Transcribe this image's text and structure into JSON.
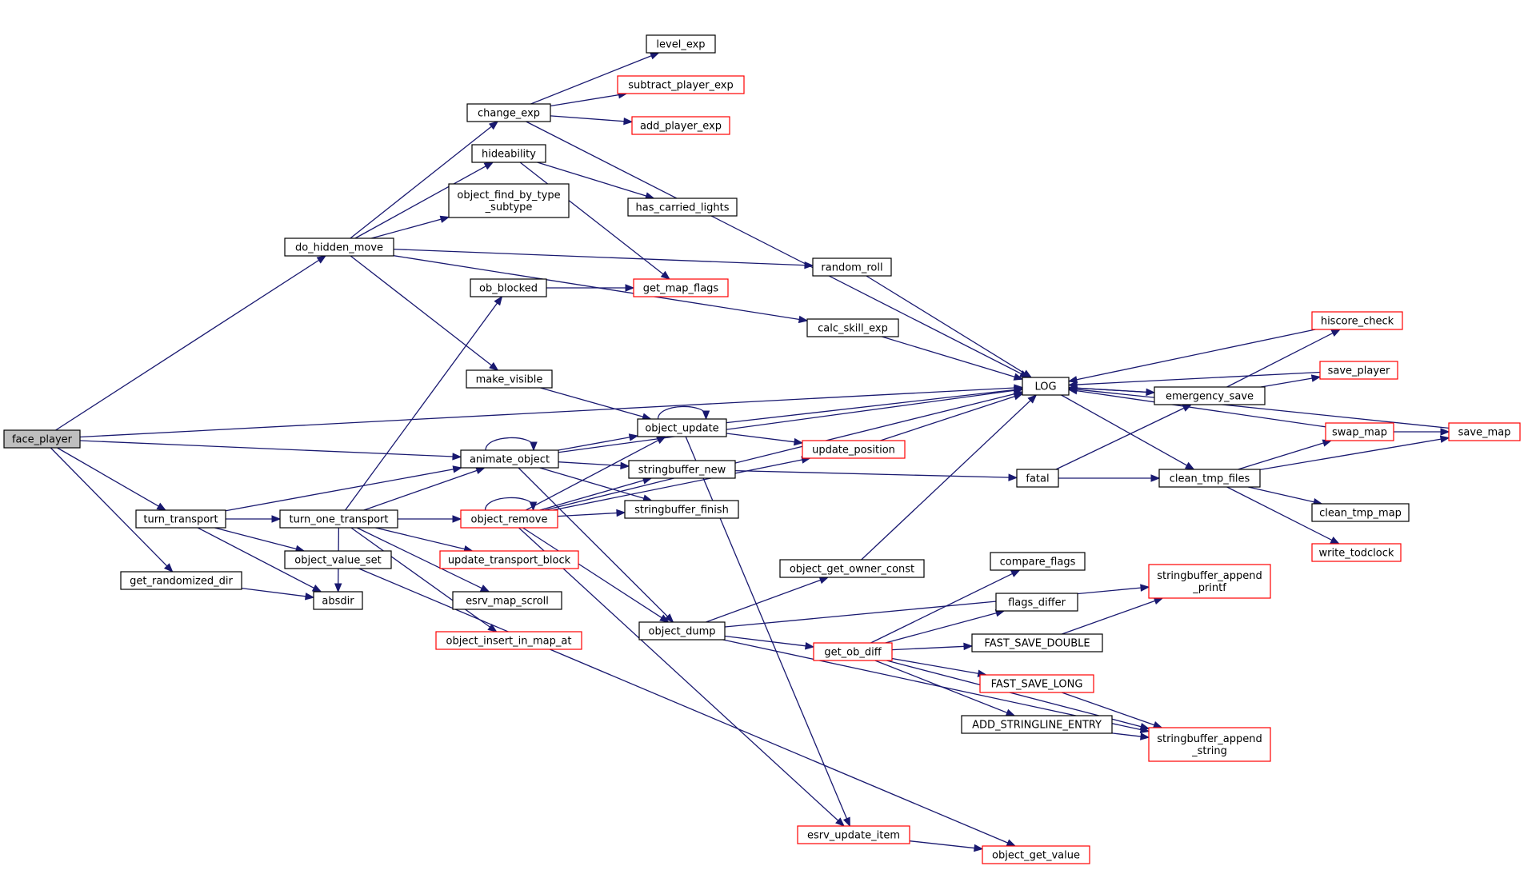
{
  "nodes": {
    "face_player": {
      "label": [
        "face_player"
      ],
      "style": "root"
    },
    "LOG": {
      "label": [
        "LOG"
      ],
      "style": "black"
    },
    "do_hidden_move": {
      "label": [
        "do_hidden_move"
      ],
      "style": "black"
    },
    "change_exp": {
      "label": [
        "change_exp"
      ],
      "style": "black"
    },
    "level_exp": {
      "label": [
        "level_exp"
      ],
      "style": "black"
    },
    "subtract_player_exp": {
      "label": [
        "subtract_player_exp"
      ],
      "style": "red"
    },
    "add_player_exp": {
      "label": [
        "add_player_exp"
      ],
      "style": "red"
    },
    "hideability": {
      "label": [
        "hideability"
      ],
      "style": "black"
    },
    "has_carried_lights": {
      "label": [
        "has_carried_lights"
      ],
      "style": "black"
    },
    "get_map_flags": {
      "label": [
        "get_map_flags"
      ],
      "style": "red"
    },
    "object_find_by_type_subtype": {
      "label": [
        "object_find_by_type",
        "_subtype"
      ],
      "style": "black"
    },
    "random_roll": {
      "label": [
        "random_roll"
      ],
      "style": "black"
    },
    "calc_skill_exp": {
      "label": [
        "calc_skill_exp"
      ],
      "style": "black"
    },
    "make_visible": {
      "label": [
        "make_visible"
      ],
      "style": "black"
    },
    "object_update": {
      "label": [
        "object_update"
      ],
      "style": "black"
    },
    "update_position": {
      "label": [
        "update_position"
      ],
      "style": "red"
    },
    "esrv_update_item": {
      "label": [
        "esrv_update_item"
      ],
      "style": "red"
    },
    "object_get_value": {
      "label": [
        "object_get_value"
      ],
      "style": "red"
    },
    "animate_object": {
      "label": [
        "animate_object"
      ],
      "style": "black"
    },
    "stringbuffer_new": {
      "label": [
        "stringbuffer_new"
      ],
      "style": "black"
    },
    "stringbuffer_finish": {
      "label": [
        "stringbuffer_finish"
      ],
      "style": "black"
    },
    "object_dump": {
      "label": [
        "object_dump"
      ],
      "style": "black"
    },
    "turn_transport": {
      "label": [
        "turn_transport"
      ],
      "style": "black"
    },
    "turn_one_transport": {
      "label": [
        "turn_one_transport"
      ],
      "style": "black"
    },
    "ob_blocked": {
      "label": [
        "ob_blocked"
      ],
      "style": "black"
    },
    "object_remove": {
      "label": [
        "object_remove"
      ],
      "style": "red"
    },
    "update_transport_block": {
      "label": [
        "update_transport_block"
      ],
      "style": "red"
    },
    "esrv_map_scroll": {
      "label": [
        "esrv_map_scroll"
      ],
      "style": "black"
    },
    "object_insert_in_map_at": {
      "label": [
        "object_insert_in_map_at"
      ],
      "style": "red"
    },
    "object_value_set": {
      "label": [
        "object_value_set"
      ],
      "style": "black"
    },
    "absdir": {
      "label": [
        "absdir"
      ],
      "style": "black"
    },
    "get_randomized_dir": {
      "label": [
        "get_randomized_dir"
      ],
      "style": "black"
    },
    "object_get_owner_const": {
      "label": [
        "object_get_owner_const"
      ],
      "style": "black"
    },
    "stringbuffer_append_printf": {
      "label": [
        "stringbuffer_append",
        "_printf"
      ],
      "style": "red"
    },
    "get_ob_diff": {
      "label": [
        "get_ob_diff"
      ],
      "style": "red"
    },
    "compare_flags": {
      "label": [
        "compare_flags"
      ],
      "style": "black"
    },
    "flags_differ": {
      "label": [
        "flags_differ"
      ],
      "style": "black"
    },
    "FAST_SAVE_DOUBLE": {
      "label": [
        "FAST_SAVE_DOUBLE"
      ],
      "style": "black"
    },
    "FAST_SAVE_LONG": {
      "label": [
        "FAST_SAVE_LONG"
      ],
      "style": "red"
    },
    "ADD_STRINGLINE_ENTRY": {
      "label": [
        "ADD_STRINGLINE_ENTRY"
      ],
      "style": "black"
    },
    "stringbuffer_append_string": {
      "label": [
        "stringbuffer_append",
        "_string"
      ],
      "style": "red"
    },
    "fatal": {
      "label": [
        "fatal"
      ],
      "style": "black"
    },
    "emergency_save": {
      "label": [
        "emergency_save"
      ],
      "style": "black"
    },
    "clean_tmp_files": {
      "label": [
        "clean_tmp_files"
      ],
      "style": "black"
    },
    "hiscore_check": {
      "label": [
        "hiscore_check"
      ],
      "style": "red"
    },
    "save_player": {
      "label": [
        "save_player"
      ],
      "style": "red"
    },
    "swap_map": {
      "label": [
        "swap_map"
      ],
      "style": "red"
    },
    "save_map": {
      "label": [
        "save_map"
      ],
      "style": "red"
    },
    "clean_tmp_map": {
      "label": [
        "clean_tmp_map"
      ],
      "style": "black"
    },
    "write_todclock": {
      "label": [
        "write_todclock"
      ],
      "style": "red"
    }
  },
  "edges": [
    [
      "face_player",
      "LOG"
    ],
    [
      "face_player",
      "do_hidden_move"
    ],
    [
      "face_player",
      "animate_object"
    ],
    [
      "face_player",
      "turn_transport"
    ],
    [
      "face_player",
      "get_randomized_dir"
    ],
    [
      "do_hidden_move",
      "change_exp"
    ],
    [
      "do_hidden_move",
      "hideability"
    ],
    [
      "do_hidden_move",
      "object_find_by_type_subtype"
    ],
    [
      "do_hidden_move",
      "random_roll"
    ],
    [
      "do_hidden_move",
      "calc_skill_exp"
    ],
    [
      "do_hidden_move",
      "make_visible"
    ],
    [
      "change_exp",
      "level_exp"
    ],
    [
      "change_exp",
      "subtract_player_exp"
    ],
    [
      "change_exp",
      "add_player_exp"
    ],
    [
      "change_exp",
      "LOG"
    ],
    [
      "hideability",
      "has_carried_lights"
    ],
    [
      "hideability",
      "get_map_flags"
    ],
    [
      "random_roll",
      "LOG"
    ],
    [
      "calc_skill_exp",
      "LOG"
    ],
    [
      "make_visible",
      "object_update"
    ],
    [
      "object_update",
      "object_update"
    ],
    [
      "object_update",
      "LOG"
    ],
    [
      "object_update",
      "update_position"
    ],
    [
      "object_update",
      "esrv_update_item"
    ],
    [
      "update_position",
      "LOG"
    ],
    [
      "esrv_update_item",
      "object_get_value"
    ],
    [
      "animate_object",
      "animate_object"
    ],
    [
      "animate_object",
      "LOG"
    ],
    [
      "animate_object",
      "object_update"
    ],
    [
      "animate_object",
      "stringbuffer_new"
    ],
    [
      "animate_object",
      "stringbuffer_finish"
    ],
    [
      "animate_object",
      "object_dump"
    ],
    [
      "turn_transport",
      "animate_object"
    ],
    [
      "turn_transport",
      "turn_one_transport"
    ],
    [
      "turn_transport",
      "object_value_set"
    ],
    [
      "turn_transport",
      "absdir"
    ],
    [
      "turn_one_transport",
      "animate_object"
    ],
    [
      "turn_one_transport",
      "ob_blocked"
    ],
    [
      "turn_one_transport",
      "object_remove"
    ],
    [
      "turn_one_transport",
      "update_transport_block"
    ],
    [
      "turn_one_transport",
      "esrv_map_scroll"
    ],
    [
      "turn_one_transport",
      "object_insert_in_map_at"
    ],
    [
      "turn_one_transport",
      "absdir"
    ],
    [
      "ob_blocked",
      "get_map_flags"
    ],
    [
      "object_remove",
      "object_remove"
    ],
    [
      "object_remove",
      "LOG"
    ],
    [
      "object_remove",
      "object_update"
    ],
    [
      "object_remove",
      "update_position"
    ],
    [
      "object_remove",
      "stringbuffer_new"
    ],
    [
      "object_remove",
      "stringbuffer_finish"
    ],
    [
      "object_remove",
      "object_dump"
    ],
    [
      "object_remove",
      "esrv_update_item"
    ],
    [
      "object_value_set",
      "object_get_value"
    ],
    [
      "get_randomized_dir",
      "absdir"
    ],
    [
      "stringbuffer_new",
      "fatal"
    ],
    [
      "object_dump",
      "object_get_owner_const"
    ],
    [
      "object_dump",
      "stringbuffer_append_printf"
    ],
    [
      "object_dump",
      "get_ob_diff"
    ],
    [
      "object_dump",
      "stringbuffer_append_string"
    ],
    [
      "object_get_owner_const",
      "LOG"
    ],
    [
      "get_ob_diff",
      "compare_flags"
    ],
    [
      "get_ob_diff",
      "flags_differ"
    ],
    [
      "get_ob_diff",
      "FAST_SAVE_DOUBLE"
    ],
    [
      "get_ob_diff",
      "FAST_SAVE_LONG"
    ],
    [
      "get_ob_diff",
      "ADD_STRINGLINE_ENTRY"
    ],
    [
      "get_ob_diff",
      "stringbuffer_append_string"
    ],
    [
      "FAST_SAVE_DOUBLE",
      "stringbuffer_append_printf"
    ],
    [
      "FAST_SAVE_LONG",
      "stringbuffer_append_string"
    ],
    [
      "ADD_STRINGLINE_ENTRY",
      "stringbuffer_append_string"
    ],
    [
      "LOG",
      "emergency_save"
    ],
    [
      "LOG",
      "clean_tmp_files"
    ],
    [
      "fatal",
      "emergency_save"
    ],
    [
      "fatal",
      "clean_tmp_files"
    ],
    [
      "emergency_save",
      "LOG"
    ],
    [
      "emergency_save",
      "hiscore_check"
    ],
    [
      "emergency_save",
      "save_player"
    ],
    [
      "hiscore_check",
      "LOG"
    ],
    [
      "save_player",
      "LOG"
    ],
    [
      "swap_map",
      "LOG"
    ],
    [
      "swap_map",
      "save_map"
    ],
    [
      "save_map",
      "LOG"
    ],
    [
      "clean_tmp_files",
      "swap_map"
    ],
    [
      "clean_tmp_files",
      "save_map"
    ],
    [
      "clean_tmp_files",
      "clean_tmp_map"
    ],
    [
      "clean_tmp_files",
      "write_todclock"
    ]
  ],
  "colors": {
    "edge": "#191970",
    "red_border": "#ff0000",
    "root_fill": "#bfbfbf"
  }
}
